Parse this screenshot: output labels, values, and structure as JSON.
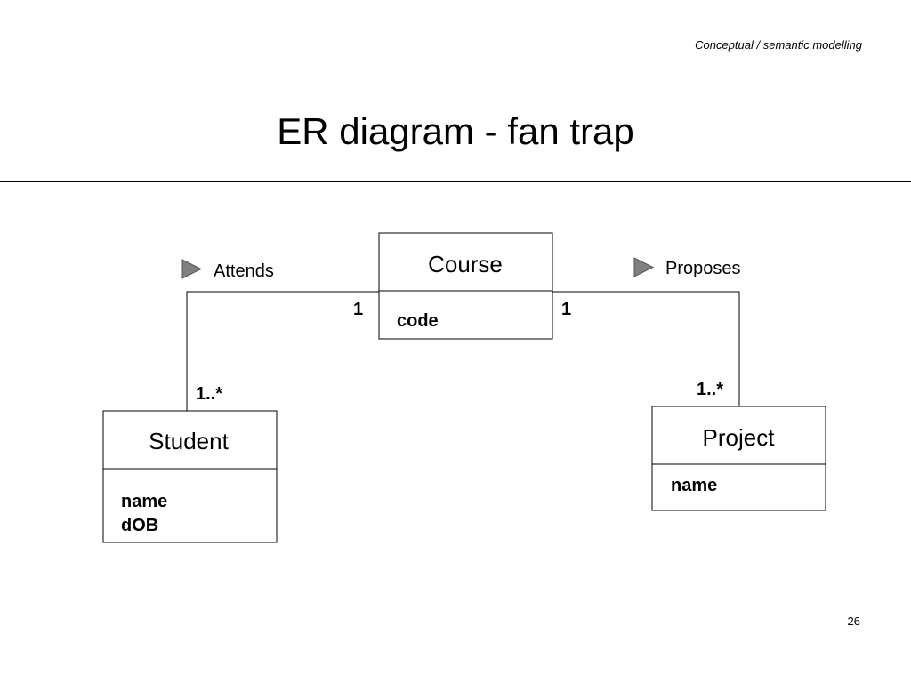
{
  "slide": {
    "header_note": "Conceptual / semantic modelling",
    "title": "ER diagram - fan trap",
    "page_number": "26"
  },
  "diagram": {
    "entities": {
      "course": {
        "name": "Course",
        "attributes": [
          "code"
        ]
      },
      "student": {
        "name": "Student",
        "attributes": [
          "name",
          "dOB"
        ]
      },
      "project": {
        "name": "Project",
        "attributes": [
          "name"
        ]
      }
    },
    "relationships": {
      "attends": {
        "label": "Attends",
        "course_multiplicity": "1",
        "student_multiplicity": "1..*"
      },
      "proposes": {
        "label": "Proposes",
        "course_multiplicity": "1",
        "project_multiplicity": "1..*"
      }
    },
    "colors": {
      "line": "#000000",
      "direction_arrow": "#808080"
    }
  }
}
